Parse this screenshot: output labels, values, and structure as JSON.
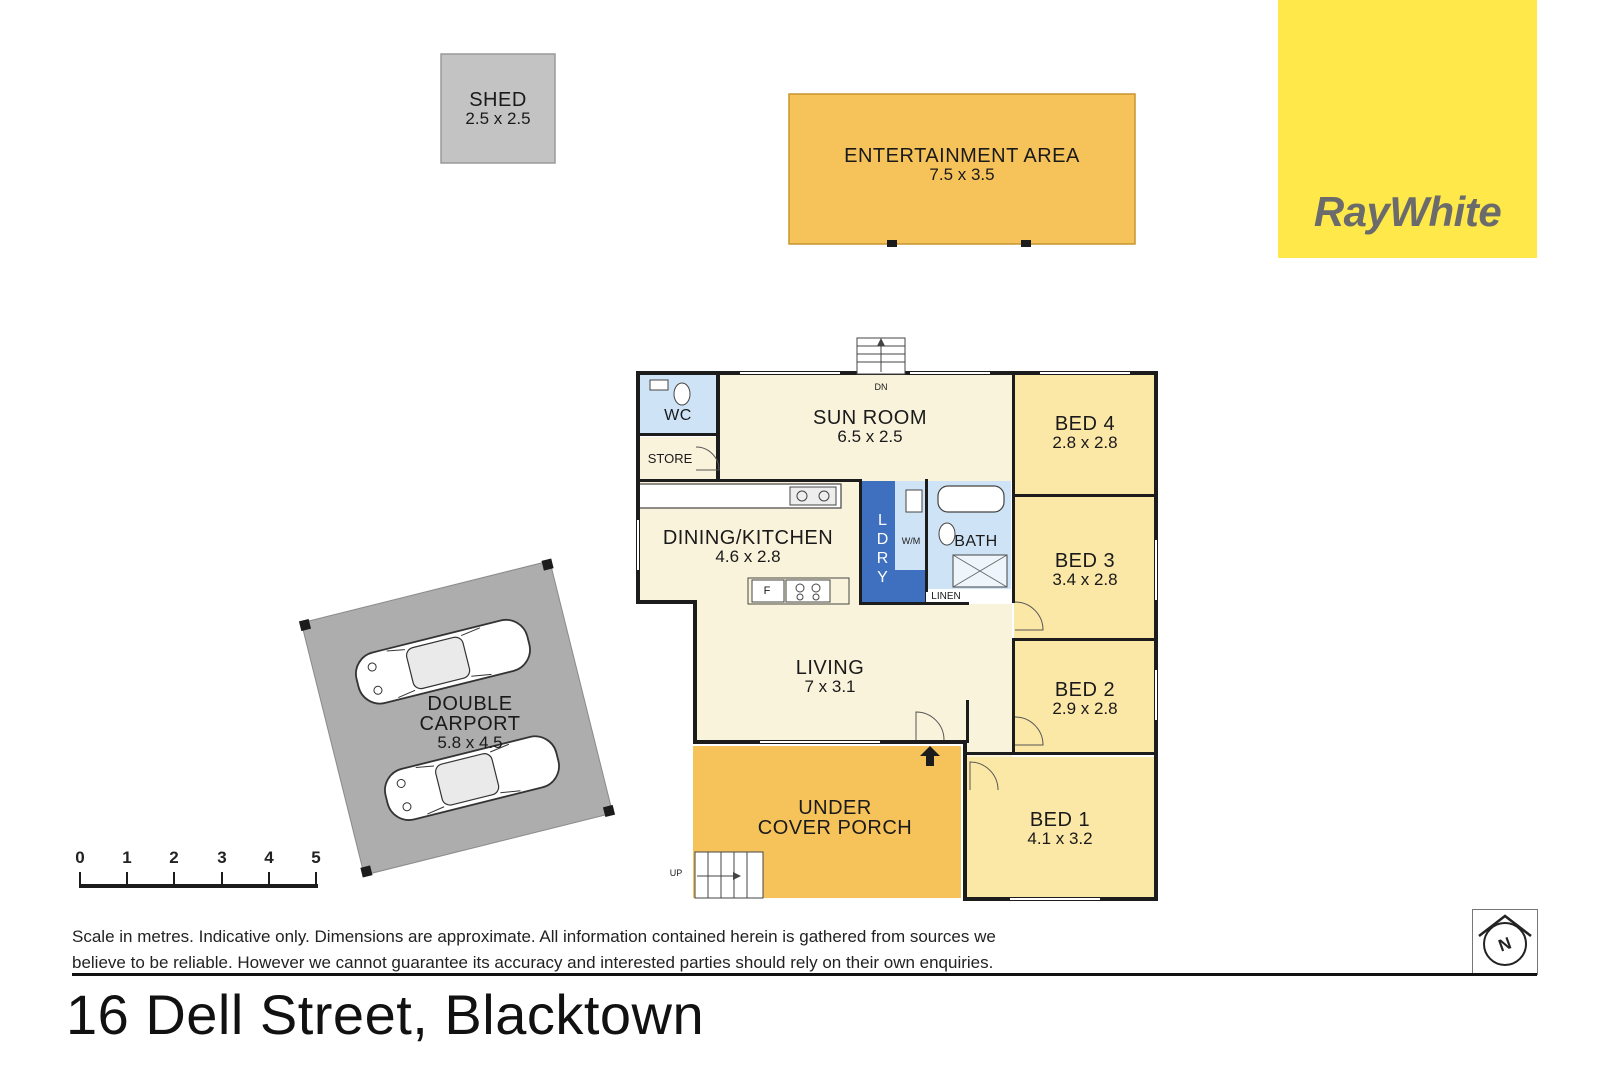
{
  "logo": {
    "brand": "RayWhite",
    "color": "#ffe84a"
  },
  "rooms": {
    "shed": {
      "name": "SHED",
      "dims": "2.5 x 2.5"
    },
    "entertainment": {
      "name": "ENTERTAINMENT AREA",
      "dims": "7.5 x 3.5"
    },
    "sun_room": {
      "name": "SUN ROOM",
      "dims": "6.5 x 2.5"
    },
    "wc": {
      "name": "WC"
    },
    "store": {
      "name": "STORE"
    },
    "dining": {
      "name": "DINING/KITCHEN",
      "dims": "4.6 x 2.8"
    },
    "laundry": {
      "name": "LDRY"
    },
    "wm": {
      "name": "W/M"
    },
    "bath": {
      "name": "BATH"
    },
    "linen": {
      "name": "LINEN"
    },
    "living": {
      "name": "LIVING",
      "dims": "7 x 3.1"
    },
    "bed4": {
      "name": "BED 4",
      "dims": "2.8 x 2.8"
    },
    "bed3": {
      "name": "BED 3",
      "dims": "3.4 x 2.8"
    },
    "bed2": {
      "name": "BED 2",
      "dims": "2.9 x 2.8"
    },
    "bed1": {
      "name": "BED 1",
      "dims": "4.1 x 3.2"
    },
    "porch": {
      "name_line1": "UNDER",
      "name_line2": "COVER PORCH"
    },
    "carport": {
      "name_line1": "DOUBLE",
      "name_line2": "CARPORT",
      "dims": "5.8 x 4.5"
    }
  },
  "stair_labels": {
    "down": "DN",
    "up": "UP"
  },
  "fridge_label": "F",
  "scale": {
    "ticks": [
      "0",
      "1",
      "2",
      "3",
      "4",
      "5"
    ],
    "unit": "metres"
  },
  "disclaimer": {
    "line1": "Scale in metres. Indicative only. Dimensions are approximate.  All information contained herein is gathered from sources we",
    "line2": "believe to be reliable. However we cannot guarantee its accuracy and interested parties should rely on their own enquiries."
  },
  "address": "16 Dell Street, Blacktown",
  "north_symbol": "N",
  "colors": {
    "room_cream": "#faf3dc",
    "bedroom_yellow": "#fbe7a6",
    "orange_area": "#f6c25a",
    "wet_blue": "#cfe3f6",
    "laundry_blue": "#3f6fbf",
    "shed_grey": "#c3c3c3",
    "carport_grey": "#adadad"
  }
}
